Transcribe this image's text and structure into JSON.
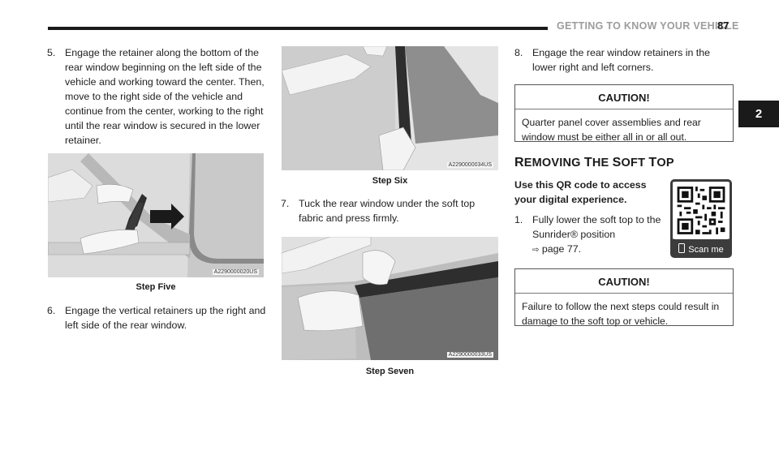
{
  "header": {
    "title": "GETTING TO KNOW YOUR VEHICLE",
    "page_number": "87",
    "chapter_tab": "2"
  },
  "left_column": {
    "step5": {
      "number": "5.",
      "text": "Engage the retainer along the bottom of the rear window beginning on the left side of the vehicle and working toward the center. Then, move to the right side of the vehicle and continue from the center, working to the right until the rear window is secured in the lower retainer."
    },
    "figure_step5": {
      "code": "A2290000020US",
      "caption": "Step Five"
    },
    "step6": {
      "number": "6.",
      "text": "Engage the vertical retainers up the right and left side of the rear window."
    }
  },
  "middle_column": {
    "figure_step6": {
      "code": "A2290000034US",
      "caption": "Step Six"
    },
    "step7": {
      "number": "7.",
      "text": "Tuck the rear window under the soft top fabric and press firmly."
    },
    "figure_step7": {
      "code": "A2290000033US",
      "caption": "Step Seven"
    }
  },
  "right_column": {
    "step8": {
      "number": "8.",
      "text": "Engage the rear window retainers in the lower right and left corners."
    },
    "caution1": {
      "heading": "CAUTION!",
      "text": "Quarter panel cover assemblies and rear window must be either all in or all out."
    },
    "section": {
      "heading_cap1": "R",
      "heading_rest1": "EMOVING",
      "heading_cap2": "T",
      "heading_rest2": "HE",
      "heading_cap3": "S",
      "heading_rest3": "OFT",
      "heading_cap4": "T",
      "heading_rest4": "OP"
    },
    "qr": {
      "intro": "Use this QR code to access your digital experience.",
      "button_label": "Scan me"
    },
    "step1": {
      "number": "1.",
      "text": "Fully lower the soft top to the Sunrider® position",
      "ref_icon": "arrow-right-icon",
      "ref_text": "page 77."
    },
    "caution2": {
      "heading": "CAUTION!",
      "text": "Failure to follow the next steps could result in damage to the soft top or vehicle."
    }
  }
}
